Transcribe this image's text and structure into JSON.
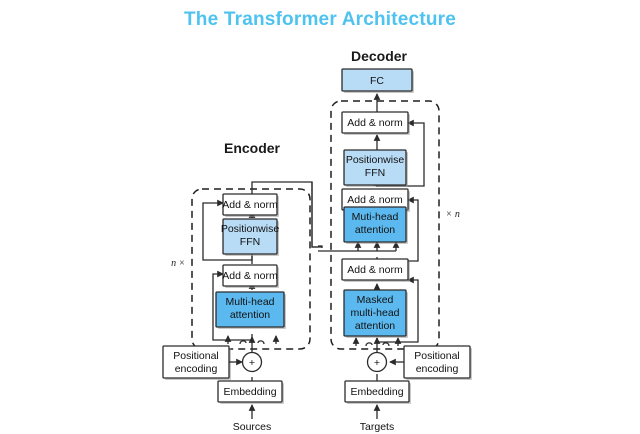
{
  "page": {
    "title": "The Transformer Architecture",
    "title_color": "#4ec3ef",
    "background": "#ffffff"
  },
  "colors": {
    "attention_blue": "#5cb9ef",
    "ffn_blue": "#b9dcf6",
    "box_white": "#ffffff",
    "stroke": "#2b2b2b",
    "text": "#111111"
  },
  "encoder": {
    "heading": "Encoder",
    "repeat_label_prefix": "n",
    "repeat_label_suffix": "×",
    "blocks": [
      {
        "id": "enc-add-norm-2",
        "label": "Add & norm",
        "style": "white"
      },
      {
        "id": "enc-ffn",
        "label_line1": "Positionwise",
        "label_line2": "FFN",
        "style": "light-blue"
      },
      {
        "id": "enc-add-norm-1",
        "label": "Add & norm",
        "style": "white"
      },
      {
        "id": "enc-attention",
        "label_line1": "Multi-head",
        "label_line2": "attention",
        "style": "blue"
      }
    ],
    "input": {
      "positional_encoding_line1": "Positional",
      "positional_encoding_line2": "encoding",
      "sum_symbol": "+",
      "embedding": "Embedding",
      "source_label": "Sources"
    }
  },
  "decoder": {
    "heading": "Decoder",
    "repeat_label_prefix": "×",
    "repeat_label_suffix": "n",
    "output_block": {
      "id": "dec-fc",
      "label": "FC",
      "style": "light-blue"
    },
    "blocks": [
      {
        "id": "dec-add-norm-3",
        "label": "Add & norm",
        "style": "white"
      },
      {
        "id": "dec-ffn",
        "label_line1": "Positionwise",
        "label_line2": "FFN",
        "style": "light-blue"
      },
      {
        "id": "dec-add-norm-2",
        "label": "Add & norm",
        "style": "white"
      },
      {
        "id": "dec-cross-attention",
        "label_line1": "Muti-head",
        "label_line2": "attention",
        "style": "blue"
      },
      {
        "id": "dec-add-norm-1",
        "label": "Add & norm",
        "style": "white"
      },
      {
        "id": "dec-masked-attention",
        "label_line1": "Masked",
        "label_line2": "multi-head",
        "label_line3": "attention",
        "style": "blue"
      }
    ],
    "input": {
      "positional_encoding_line1": "Positional",
      "positional_encoding_line2": "encoding",
      "sum_symbol": "+",
      "embedding": "Embedding",
      "target_label": "Targets"
    }
  }
}
